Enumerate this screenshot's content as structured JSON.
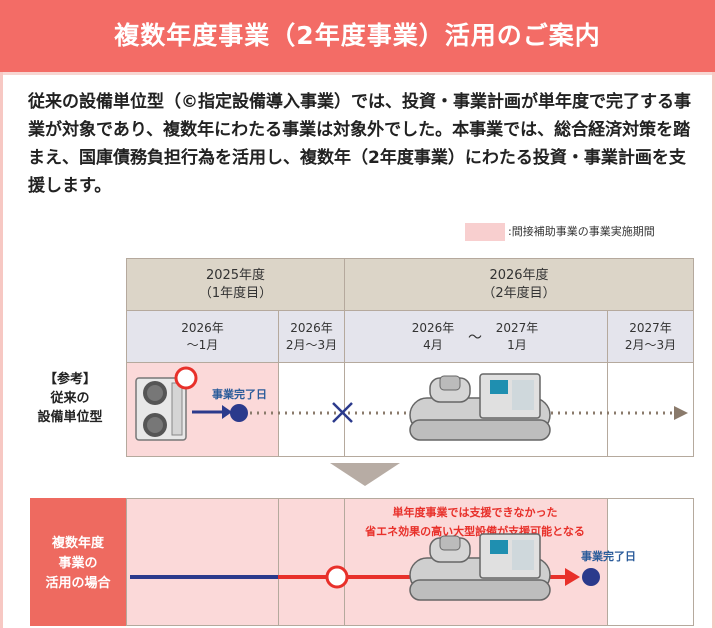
{
  "header": {
    "title": "複数年度事業（2年度事業）活用のご案内"
  },
  "intro": {
    "text": "従来の設備単位型（©指定設備導入事業）では、投資・事業計画が単年度で完了する事業が対象であり、複数年にわたる事業は対象外でした。本事業では、総合経済対策を踏まえ、国庫債務負担行為を活用し、複数年（2年度事業）にわたる投資・事業計画を支援します。"
  },
  "legend": {
    "text": ":間接補助事業の事業実施期間",
    "color": "#f8cfcf"
  },
  "table": {
    "years": [
      {
        "line1": "2025年度",
        "line2": "（1年度目）"
      },
      {
        "line1": "2026年度",
        "line2": "（2年度目）"
      }
    ],
    "periods": [
      {
        "line1": "2026年",
        "line2": "〜1月"
      },
      {
        "line1": "2026年",
        "line2": "2月〜3月"
      },
      {
        "start1": "2026年",
        "start2": "4月",
        "tilde": "〜",
        "end1": "2027年",
        "end2": "1月"
      },
      {
        "line1": "2027年",
        "line2": "2月〜3月"
      }
    ]
  },
  "rows": {
    "reference": {
      "label_line1": "【参考】",
      "label_line2": "従来の",
      "label_line3": "設備単位型",
      "done": "事業完了日"
    },
    "multi": {
      "label_line1": "複数年度",
      "label_line2": "事業の",
      "label_line3": "活用の場合",
      "note_line1": "単年度事業では支援できなかった",
      "note_line2": "省エネ効果の高い大型設備が支援可能となる",
      "done": "事業完了日"
    }
  },
  "colors": {
    "header": "#f36c66",
    "pink": "#fbd9d9",
    "navy": "#2b3a8c",
    "red": "#e8302a",
    "brown": "#8a7a6b"
  }
}
